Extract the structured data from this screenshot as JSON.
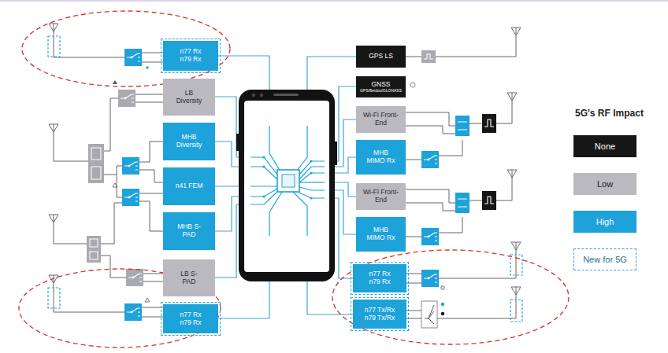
{
  "diagram": {
    "nodes": [
      {
        "text": [
          "n77 Rx",
          "n79 Rx"
        ]
      },
      {
        "text": [
          "LB Diversity"
        ]
      },
      {
        "text": [
          "MHB Diversity"
        ]
      },
      {
        "text": [
          "n41 FEM"
        ]
      },
      {
        "text": [
          "MHB S-PAD"
        ]
      },
      {
        "text": [
          "LB S-PAD"
        ]
      },
      {
        "text": [
          "n77 Rx",
          "n79 Rx"
        ]
      },
      {
        "text": [
          "GPS LS"
        ]
      },
      {
        "text": [
          "GNSS",
          "GPS/Beidou/GLONASS"
        ]
      },
      {
        "text": [
          "Wi-Fi Front-End"
        ]
      },
      {
        "text": [
          "MHB MIMO Rx"
        ]
      },
      {
        "text": [
          "Wi-Fi Front-End"
        ]
      },
      {
        "text": [
          "MHB MIMO Rx"
        ]
      },
      {
        "text": [
          "n77 Rx",
          "n79 Rx"
        ]
      },
      {
        "text": [
          "n77 Tx/Rx",
          "n79 Tx/Rx"
        ]
      }
    ],
    "labels": [
      "5G's RF Impact"
    ],
    "legend": [
      {
        "text": "None",
        "color": "#161616"
      },
      {
        "text": "Low",
        "color": "#b9b9bf"
      },
      {
        "text": "High",
        "color": "#1ea2da"
      },
      {
        "text": "New for 5G"
      }
    ]
  }
}
